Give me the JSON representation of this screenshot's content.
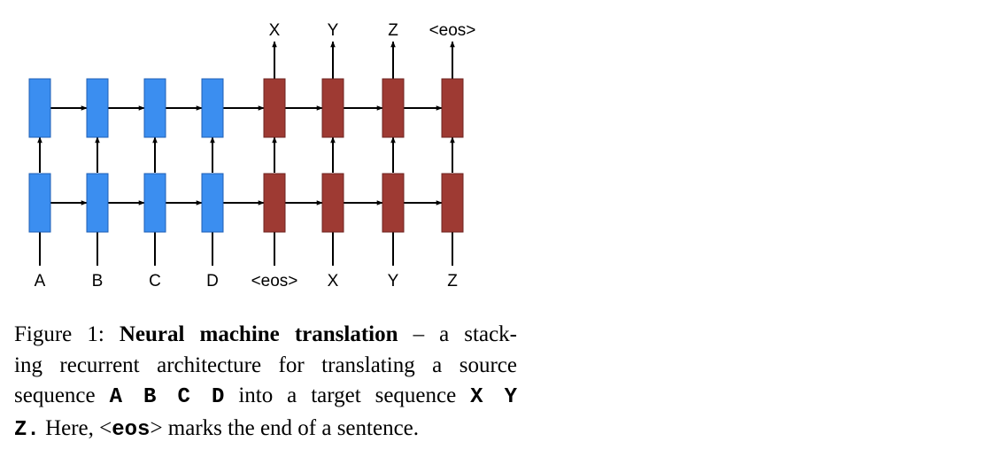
{
  "diagram": {
    "source_tokens": [
      "A",
      "B",
      "C",
      "D"
    ],
    "decoder_input_tokens": [
      "<eos>",
      "X",
      "Y",
      "Z"
    ],
    "output_tokens": [
      "X",
      "Y",
      "Z",
      "<eos>"
    ],
    "encoder_color": "#3b8ef0",
    "encoder_stroke": "#1f5fb5",
    "decoder_color": "#9e3a33",
    "decoder_stroke": "#6e2420",
    "layers": 2
  },
  "caption": {
    "prefix": "Figure 1:",
    "title": "Neural machine translation",
    "l1_rest": "– a stack-",
    "l2": "ing recurrent architecture for translating a source",
    "l3_a": "sequence",
    "l3_seq": "A B C D",
    "l3_b": "into a target sequence",
    "l3_seq2": "X Y",
    "l4_seq": "Z.",
    "l4_a": "Here, <",
    "l4_eos": "eos",
    "l4_b": "> marks the end of a sentence."
  }
}
